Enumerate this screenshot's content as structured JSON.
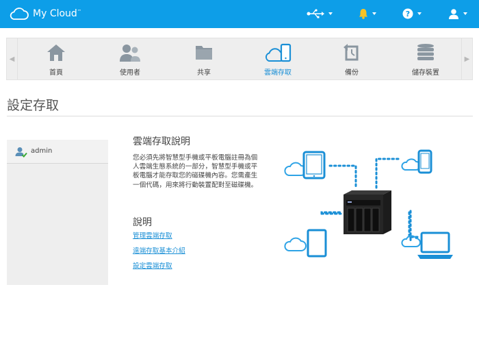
{
  "app": {
    "brand": "My Cloud",
    "trademark": "™"
  },
  "colors": {
    "topbar": "#0d9ee8",
    "accent": "#1a8fd6",
    "icon_gray": "#8a96a0"
  },
  "topbar_icons": [
    "usb-icon",
    "bell-icon",
    "help-icon",
    "user-icon"
  ],
  "nav": {
    "items": [
      {
        "label": "首頁",
        "icon": "home-icon"
      },
      {
        "label": "使用者",
        "icon": "users-icon"
      },
      {
        "label": "共享",
        "icon": "folder-icon"
      },
      {
        "label": "雲端存取",
        "icon": "cloud-device-icon",
        "active": true
      },
      {
        "label": "備份",
        "icon": "backup-icon"
      },
      {
        "label": "儲存裝置",
        "icon": "storage-icon"
      }
    ]
  },
  "page": {
    "title": "設定存取"
  },
  "sidebar": {
    "users": [
      {
        "name": "admin"
      }
    ]
  },
  "content": {
    "heading": "雲端存取說明",
    "description": "您必須先將智慧型手機或平板電腦註冊為個人雲端生態系統的一部分，智慧型手機或平板電腦才能存取您的磁碟機內容。您需產生一個代碼，用來將行動裝置配對至磁碟機。",
    "help_heading": "說明",
    "links": [
      "管理雲端存取",
      "遠端存取基本介紹",
      "設定雲端存取"
    ]
  }
}
